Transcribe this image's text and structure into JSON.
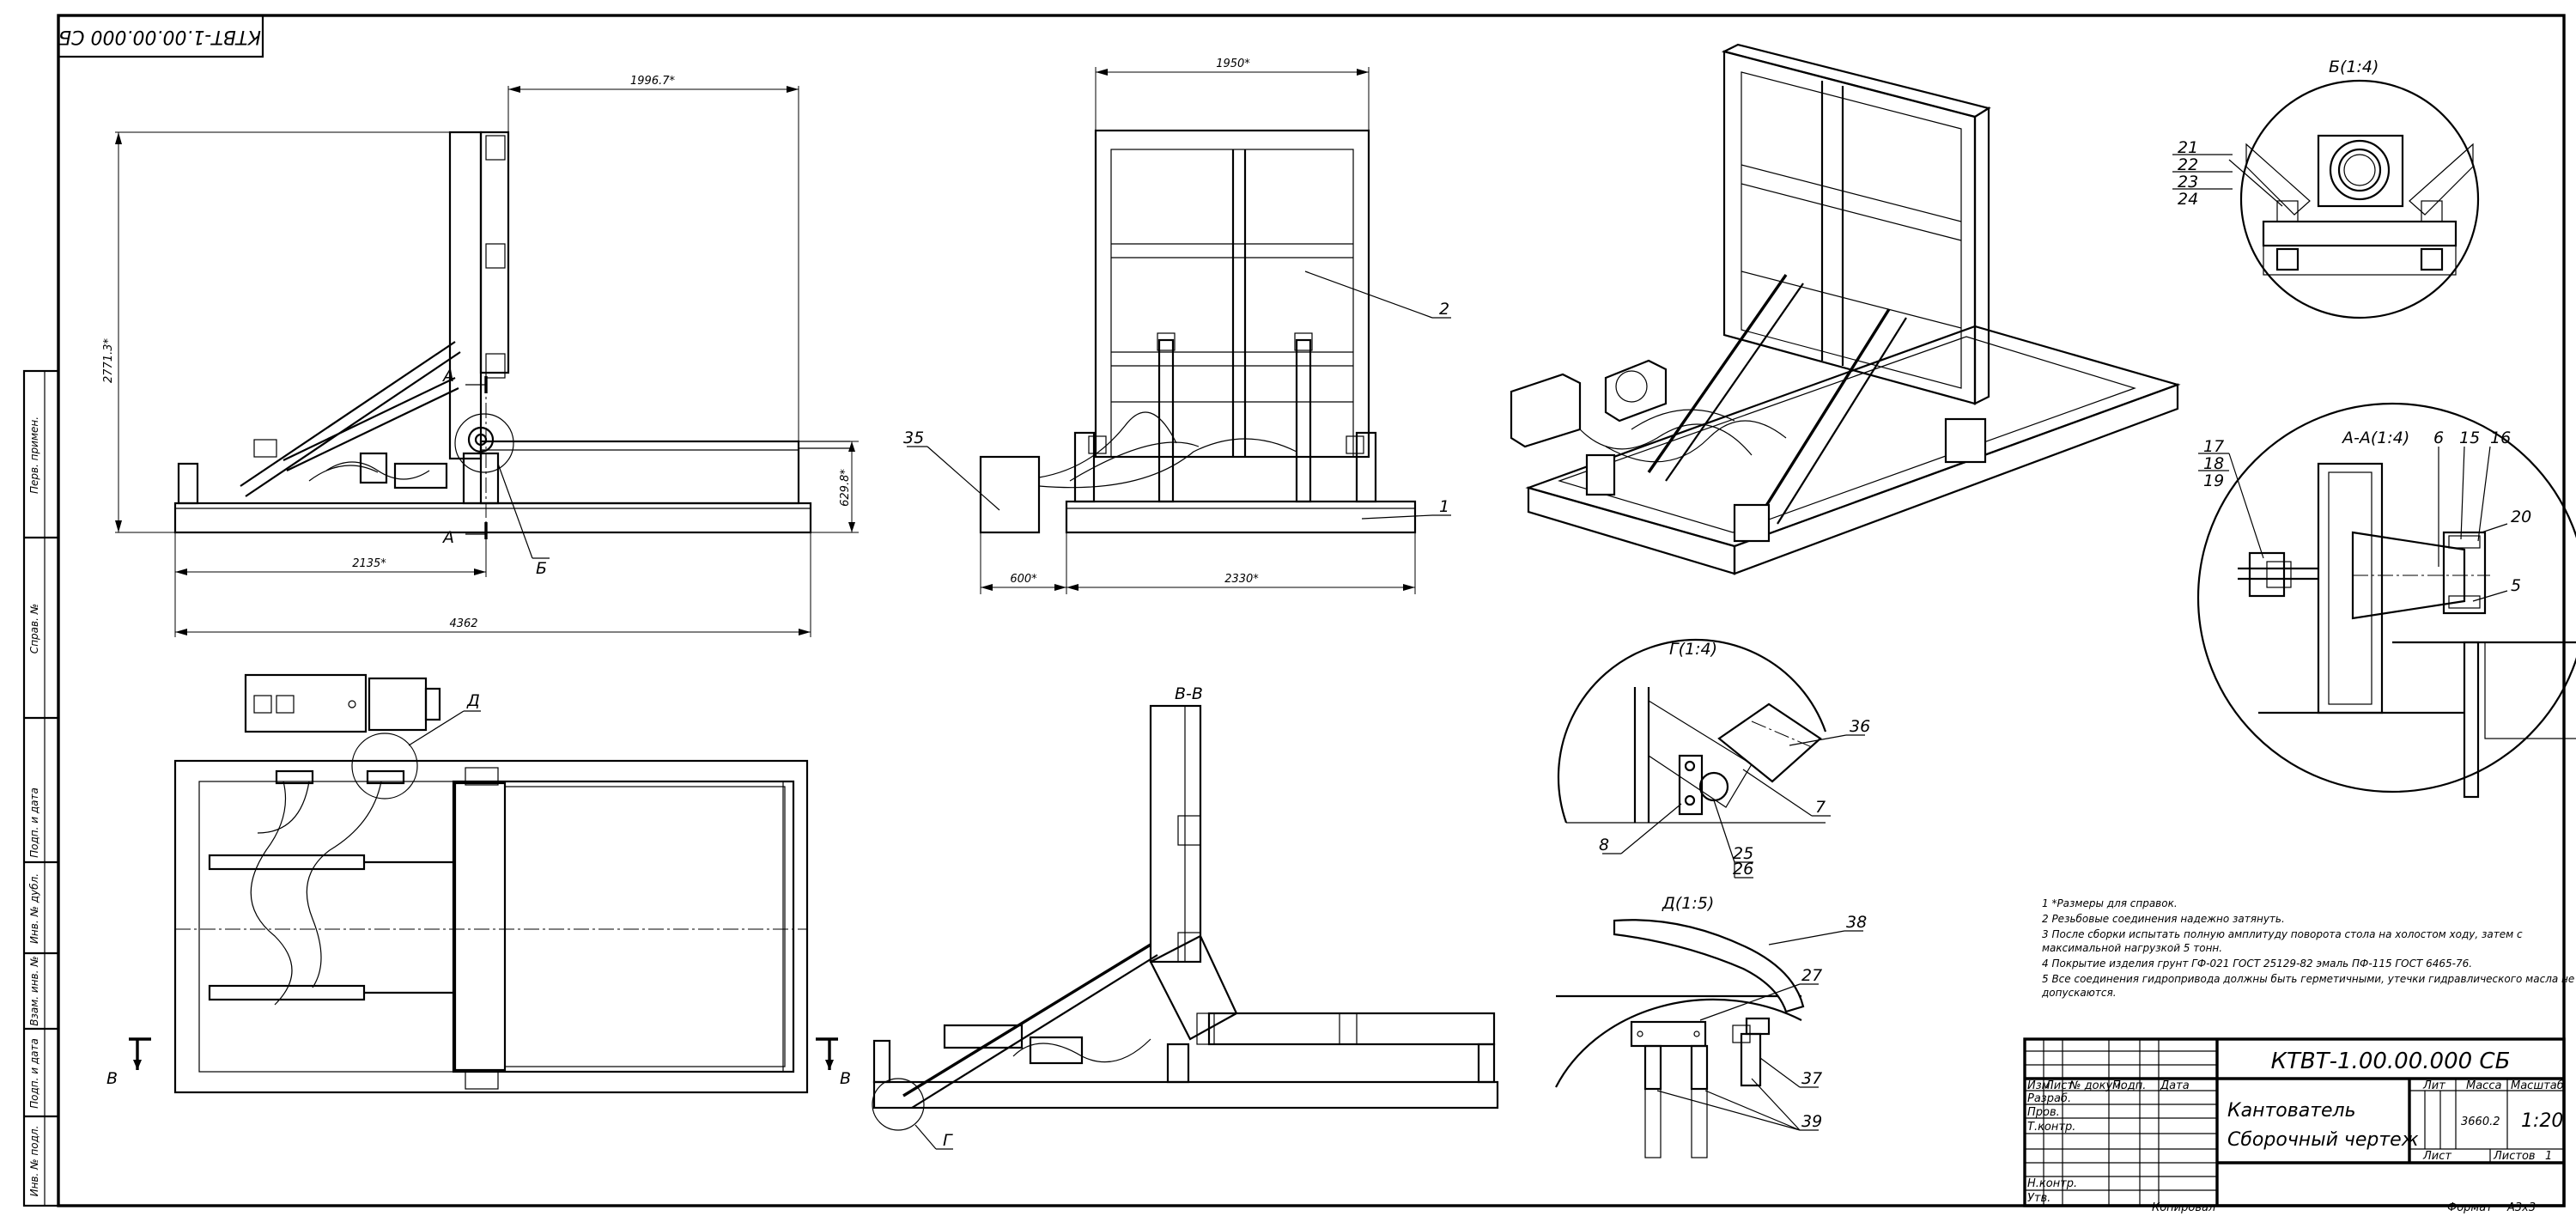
{
  "designation": "КТВТ-1.00.00.000 СБ",
  "dimensions": {
    "side_width": "1996.7*",
    "side_height": "2771.3*",
    "side_base": "2135*",
    "side_right_h": "629.8*",
    "side_total": "4362",
    "front_width": "1950*",
    "front_hyd": "600*",
    "front_base": "2330*"
  },
  "section_marks": {
    "a": "А",
    "b": "Б",
    "v": "В",
    "d": "Д",
    "g": "Г"
  },
  "view_titles": {
    "b_detail": "Б(1:4)",
    "aa_section": "А-А(1:4)",
    "g_detail": "Г(1:4)",
    "d_detail": "Д(1:5)",
    "vv_section": "В-В"
  },
  "part_labels": {
    "p1": "1",
    "p2": "2",
    "p35": "35",
    "p36": "36",
    "p7": "7",
    "p8": "8",
    "p25": "25",
    "p26": "26",
    "p38": "38",
    "p27": "27",
    "p37": "37",
    "p39": "39",
    "p21": "21",
    "p22": "22",
    "p23": "23",
    "p24": "24",
    "p17": "17",
    "p18": "18",
    "p19": "19",
    "p6": "6",
    "p15": "15",
    "p16": "16",
    "p20": "20",
    "p5": "5"
  },
  "notes": [
    "1  *Размеры для справок.",
    "2  Резьбовые соединения надежно затянуть.",
    "3  После сборки испытать полную амплитуду поворота стола на холостом ходу, затем с",
    "максимальной нагрузкой 5 тонн.",
    "4  Покрытие изделия грунт ГФ-021 ГОСТ 25129-82 эмаль ПФ-115 ГОСТ 6465-76.",
    "5  Все соединения гидропривода должны быть герметичными, утечки гидравлического масла не",
    "допускаются."
  ],
  "title_block": {
    "designation": "КТВТ-1.00.00.000 СБ",
    "name_line1": "Кантователь",
    "name_line2": "Сборочный чертеж",
    "col_lit": "Лит",
    "col_mass": "Масса",
    "col_scale": "Масштаб",
    "mass": "3660.2",
    "scale": "1:20",
    "sheet": "Лист",
    "sheets": "Листов",
    "sheets_count": "1",
    "roles": [
      "Разраб.",
      "Пров.",
      "Т.контр."
    ],
    "roles2": [
      "Н.контр.",
      "Утв."
    ],
    "header": {
      "izm": "Изм.",
      "list": "Лист",
      "ndoc": "№ докум.",
      "podp": "Подп.",
      "data": "Дата"
    },
    "copied": "Копировал",
    "format_label": "Формат",
    "format": "А3х3"
  },
  "side_stamps": [
    "Перв. примен.",
    "Справ. №",
    "Подп. и дата",
    "Инв. № дубл.",
    "Взам. инв. №",
    "Подп. и дата",
    "Инв. № подл."
  ]
}
